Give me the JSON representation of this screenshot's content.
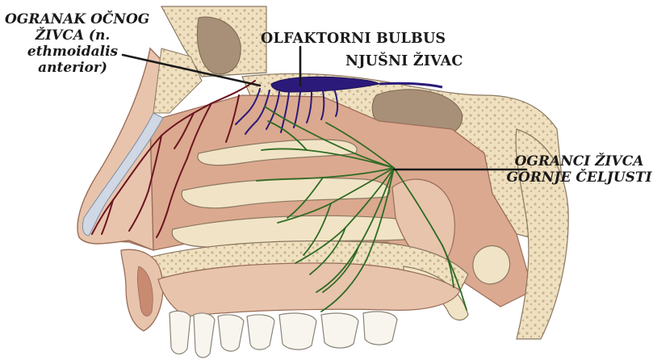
{
  "labels": {
    "ethmoidal_branch": {
      "lines": [
        "OGRANAK OČNOG",
        "ŽIVCA (n.",
        "ethmoidalis",
        "anterior)"
      ]
    },
    "olfactory_bulb": "OLFAKTORNI BULBUS",
    "olfactory_nerve": "NJUŠNI ŽIVAC",
    "maxillary_branches": {
      "lines": [
        "OGRANCI ŽIVCA",
        "GORNJE ČELJUSTI"
      ]
    }
  },
  "colors": {
    "tissue": "#e8c4ad",
    "mucosa": "#dba98f",
    "bone": "#f1e4c6",
    "bone_edge": "#8a7760",
    "cartilage": "#cfd8e4",
    "olfactory_nerve": "#2c1a7a",
    "ethmoidal_nerve": "#6b1420",
    "maxillary_nerve": "#2f6b24",
    "teeth": "#f7f5ee",
    "leader_line": "#1a1a1a"
  }
}
